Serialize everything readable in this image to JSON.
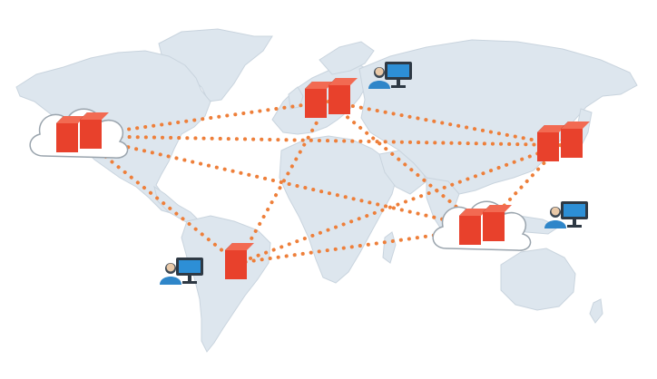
{
  "diagram": {
    "colors": {
      "background": "#ffffff",
      "land": "#dde6ee",
      "land_stroke": "#c9d4de",
      "link": "#ee7f3a",
      "cube_front": "#e8412c",
      "cube_top": "#f26a52",
      "cube_side": "#111111",
      "cloud_fill": "#ffffff",
      "cloud_stroke": "#9aa4ad",
      "monitor_frame": "#2e3944",
      "monitor_screen": "#2d8fd6",
      "user_body": "#2f86c9"
    },
    "nodes": [
      {
        "id": "north-america-cloud",
        "kind": "cloud-server",
        "icon": "server-cubes-icon"
      },
      {
        "id": "europe-server",
        "kind": "server",
        "icon": "server-cubes-icon"
      },
      {
        "id": "east-asia-server",
        "kind": "server",
        "icon": "server-cubes-icon"
      },
      {
        "id": "southeast-asia-cloud",
        "kind": "cloud-server",
        "icon": "server-cubes-icon"
      },
      {
        "id": "south-america-server",
        "kind": "server",
        "icon": "server-cube-icon"
      },
      {
        "id": "russia-user",
        "kind": "user",
        "icon": "user-computer-icon"
      },
      {
        "id": "south-america-user",
        "kind": "user",
        "icon": "user-computer-icon"
      },
      {
        "id": "australia-user",
        "kind": "user",
        "icon": "user-computer-icon"
      }
    ],
    "links": [
      [
        "north-america-cloud",
        "europe-server"
      ],
      [
        "north-america-cloud",
        "east-asia-server"
      ],
      [
        "north-america-cloud",
        "southeast-asia-cloud"
      ],
      [
        "north-america-cloud",
        "south-america-server"
      ],
      [
        "europe-server",
        "east-asia-server"
      ],
      [
        "europe-server",
        "southeast-asia-cloud"
      ],
      [
        "europe-server",
        "south-america-server"
      ],
      [
        "east-asia-server",
        "south-america-server"
      ],
      [
        "east-asia-server",
        "southeast-asia-cloud"
      ],
      [
        "southeast-asia-cloud",
        "south-america-server"
      ]
    ]
  }
}
